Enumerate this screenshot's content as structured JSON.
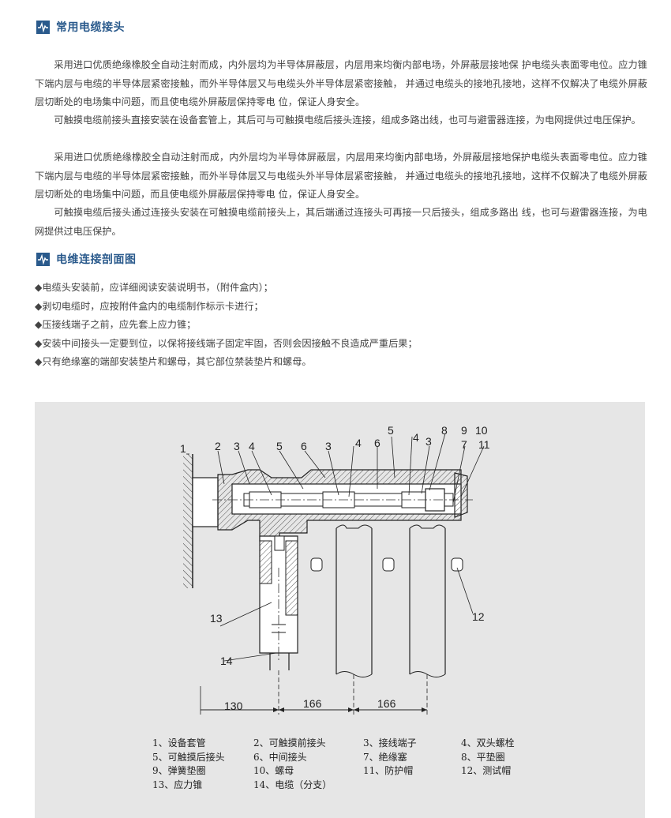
{
  "section1": {
    "title": "常用电缆接头",
    "icon": "waveform-icon"
  },
  "paragraphs": [
    "采用进口优质绝缘橡胶全自动注射而成，内外层均为半导体屏蔽层，内层用来均衡内部电场，外屏蔽层接地保 护电缆头表面零电位。应力锥下端内层与电缆的半导体层紧密接触，而外半导体层又与电缆头外半导体层紧密接触， 并通过电缆头的接地孔接地，这样不仅解决了电缆外屏蔽层切断处的电场集中问题，而且使电缆外屏蔽层保持零电 位，保证人身安全。",
    "可触摸电缆前接头直接安装在设备套管上，其后可与可触摸电缆后接头连接，组成多路出线，也可与避雷器连接，为电网提供过电压保护。",
    "采用进口优质绝缘橡胶全自动注射而成，内外层均为半导体屏蔽层，内层用来均衡内部电场，外屏蔽层接地保护电缆头表面零电位。应力锥下端内层与电缆的半导体层紧密接触，而外半导体层又与电缆头外半导体层紧密接触， 并通过电缆头的接地孔接地，这样不仅解决了电缆外屏蔽层切断处的电场集中问题，而且使电缆外屏蔽层保持零电 位，保证人身安全。",
    "可触摸电缆后接头通过连接头安装在可触摸电缆前接头上，其后端通过连接头可再接一只后接头，组成多路出 线，也可与避雷器连接，为电网提供过电压保护。"
  ],
  "section2": {
    "title": "电维连接剖面图",
    "icon": "waveform-icon"
  },
  "notes": [
    "◆电缆头安装前，应详细阅读安装说明书，（附件盒内）；",
    "◆剥切电缆时，应按附件盒内的电缆制作标示卡进行；",
    "◆压接线端子之前，应先套上应力锥；",
    "◆安装中间接头一定要到位，以保将接线端子固定牢固，否则会因接触不良造成严重后果；",
    "◆只有绝缘塞的端部安装垫片和螺母，其它部位禁装垫片和螺母。"
  ],
  "figure": {
    "callouts_top": [
      "1",
      "2",
      "3",
      "4",
      "5",
      "6",
      "3",
      "4",
      "6",
      "5",
      "4",
      "3",
      "8",
      "9",
      "10",
      "7",
      "11"
    ],
    "callouts_side": [
      "13",
      "14",
      "12"
    ],
    "dimensions": [
      "130",
      "166",
      "166"
    ],
    "legend": [
      [
        "1、设备套管",
        "2、可触摸前接头",
        "3、接线端子",
        "4、双头螺栓"
      ],
      [
        "5、可触摸后接头",
        "6、中间接头",
        "7、绝缘塞",
        "8、平垫圈"
      ],
      [
        "9、弹簧垫圈",
        "10、螺母",
        "11、防护帽",
        "12、测试帽"
      ],
      [
        "13、应力锥",
        "14、电缆（分支）",
        "",
        ""
      ]
    ]
  }
}
